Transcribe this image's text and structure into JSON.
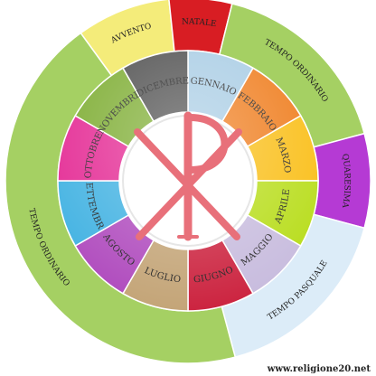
{
  "seasons": [
    {
      "label": "AVVENTO",
      "color": "#f4ec7a",
      "start": -36,
      "end": -6
    },
    {
      "label": "NATALE",
      "color": "#d81d23",
      "start": -6,
      "end": 14
    },
    {
      "label": "TEMPO ORDINARIO",
      "color": "#a5d063",
      "start": 14,
      "end": 75
    },
    {
      "label": "QUARESIMA",
      "color": "#b53ad4",
      "start": 75,
      "end": 105
    },
    {
      "label": "TEMPO PASQUALE",
      "color": "#dcecf8",
      "start": 105,
      "end": 165
    },
    {
      "label": "TEMPO ORDINARIO",
      "color": "#a5d063",
      "start": 165,
      "end": 324
    }
  ],
  "months": [
    {
      "label": "GENNAIO",
      "color": "#a8cce4",
      "start": 0,
      "end": 30
    },
    {
      "label": "FEBBRAIO",
      "color": "#ef7c1c",
      "start": 30,
      "end": 60
    },
    {
      "label": "MARZO",
      "color": "#f9be16",
      "start": 60,
      "end": 90
    },
    {
      "label": "APRILE",
      "color": "#b8dd1c",
      "start": 90,
      "end": 120
    },
    {
      "label": "MAGGIO",
      "color": "#c8bcde",
      "start": 120,
      "end": 150
    },
    {
      "label": "GIUGNO",
      "color": "#cc2440",
      "start": 150,
      "end": 180
    },
    {
      "label": "LUGLIO",
      "color": "#c4a578",
      "start": 180,
      "end": 210
    },
    {
      "label": "AGOSTO",
      "color": "#b04cbe",
      "start": 210,
      "end": 240
    },
    {
      "label": "SETTEMBRE",
      "color": "#42b2e2",
      "start": 240,
      "end": 270
    },
    {
      "label": "OTTOBRE",
      "color": "#e42a94",
      "start": 270,
      "end": 300
    },
    {
      "label": "NOVEMBRE",
      "color": "#7ead33",
      "start": 300,
      "end": 330
    },
    {
      "label": "DICEMBRE",
      "color": "#4f4f4f",
      "start": 330,
      "end": 360
    }
  ],
  "symbol": {
    "color": "#e8707a"
  },
  "watermark": "www.religione20.net"
}
